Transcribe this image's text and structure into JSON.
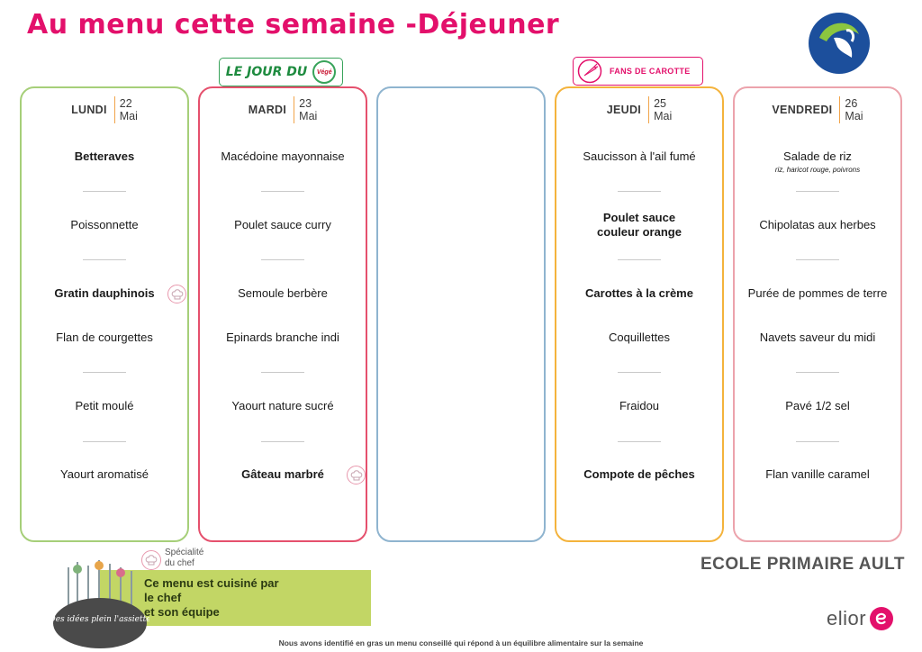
{
  "title": "Au menu cette semaine -Déjeuner",
  "badges": {
    "vege": {
      "text": "LE JOUR DU",
      "seal": "Végé"
    },
    "carotte": {
      "text": "FANS DE CAROTTE"
    }
  },
  "days": [
    {
      "day": "LUNDI",
      "num": "22",
      "month": "Mai"
    },
    {
      "day": "MARDI",
      "num": "23",
      "month": "Mai"
    },
    {
      "day": "",
      "num": "",
      "month": ""
    },
    {
      "day": "JEUDI",
      "num": "25",
      "month": "Mai"
    },
    {
      "day": "VENDREDI",
      "num": "26",
      "month": "Mai"
    }
  ],
  "menus": {
    "lundi": [
      "Betteraves",
      "Poissonnette",
      "Gratin dauphinois",
      "Flan de courgettes",
      "Petit moulé",
      "Yaourt aromatisé"
    ],
    "mardi": [
      "Macédoine mayonnaise",
      "Poulet sauce curry",
      "Semoule berbère",
      "Epinards branche indi",
      "Yaourt nature sucré",
      "Gâteau marbré"
    ],
    "jeudi": [
      "Saucisson à l'ail fumé",
      "Poulet sauce couleur orange",
      "Carottes à la crème",
      "Coquillettes",
      "Fraidou",
      "Compote de pêches"
    ],
    "vendredi": [
      "Salade de riz",
      "Chipolatas aux herbes",
      "Purée de pommes de terre",
      "Navets saveur du midi",
      "Pavé 1/2 sel",
      "Flan vanille caramel"
    ],
    "vendredi_note": "riz, haricot rouge, poivrons"
  },
  "footer": {
    "school": "ECOLE PRIMAIRE  AULT",
    "specialite_line1": "Spécialité",
    "specialite_line2": "du chef",
    "green_line1": "Ce menu est cuisiné par",
    "green_line2": "le chef",
    "green_line3": "et son équipe",
    "plate_text": "Des idées plein l'assiette",
    "brand": "elior",
    "note": "Nous avons identifié en gras un menu conseillé qui répond à un équilibre alimentaire sur la semaine"
  },
  "colors": {
    "title": "#e3106b",
    "lundi": "#a6cf79",
    "mardi": "#e5506d",
    "mercredi": "#8fb4cf",
    "jeudi": "#f4b33c",
    "vendredi": "#eca3ac",
    "green_box": "#c2d665"
  }
}
